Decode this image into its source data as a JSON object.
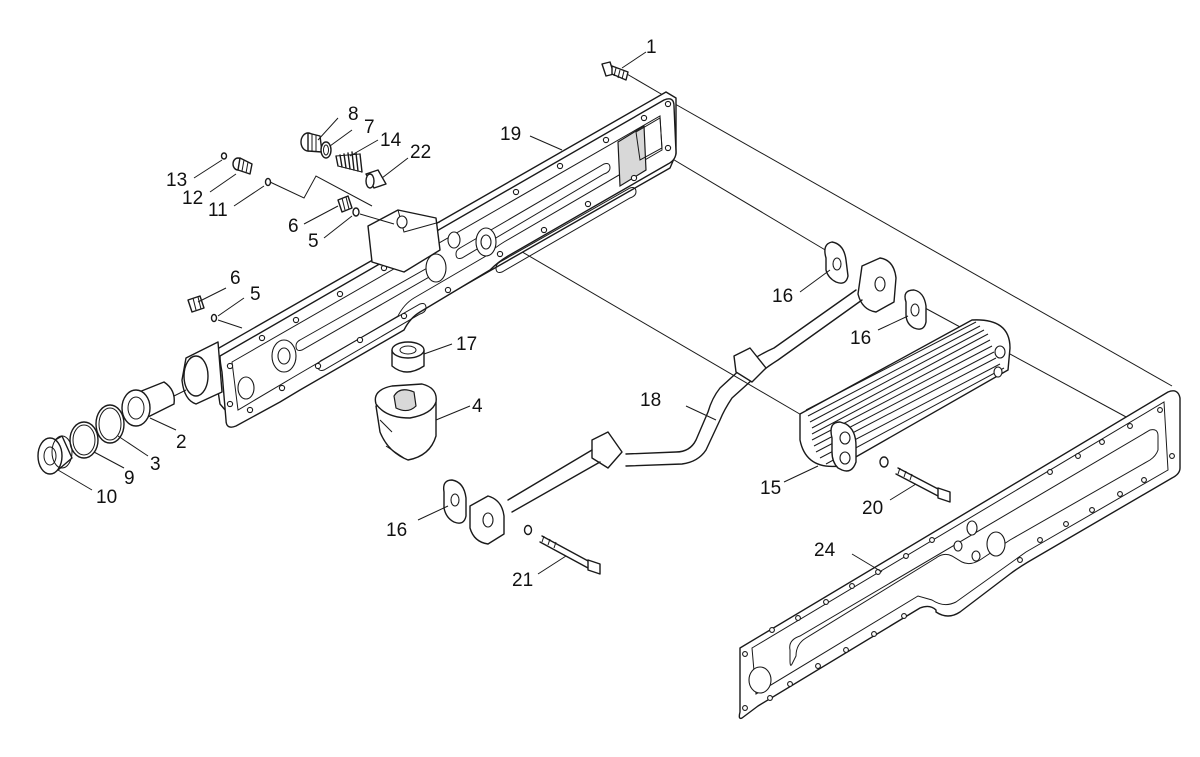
{
  "callouts": [
    {
      "id": "c1",
      "text": "1"
    },
    {
      "id": "c2",
      "text": "2"
    },
    {
      "id": "c3",
      "text": "3"
    },
    {
      "id": "c4",
      "text": "4"
    },
    {
      "id": "c5a",
      "text": "5"
    },
    {
      "id": "c5b",
      "text": "5"
    },
    {
      "id": "c6a",
      "text": "6"
    },
    {
      "id": "c6b",
      "text": "6"
    },
    {
      "id": "c7",
      "text": "7"
    },
    {
      "id": "c8",
      "text": "8"
    },
    {
      "id": "c9",
      "text": "9"
    },
    {
      "id": "c10",
      "text": "10"
    },
    {
      "id": "c11",
      "text": "11"
    },
    {
      "id": "c12",
      "text": "12"
    },
    {
      "id": "c13",
      "text": "13"
    },
    {
      "id": "c14",
      "text": "14"
    },
    {
      "id": "c15",
      "text": "15"
    },
    {
      "id": "c16a",
      "text": "16"
    },
    {
      "id": "c16b",
      "text": "16"
    },
    {
      "id": "c16c",
      "text": "16"
    },
    {
      "id": "c17",
      "text": "17"
    },
    {
      "id": "c18",
      "text": "18"
    },
    {
      "id": "c19",
      "text": "19"
    },
    {
      "id": "c20",
      "text": "20"
    },
    {
      "id": "c21",
      "text": "21"
    },
    {
      "id": "c22",
      "text": "22"
    },
    {
      "id": "c24",
      "text": "24"
    }
  ]
}
